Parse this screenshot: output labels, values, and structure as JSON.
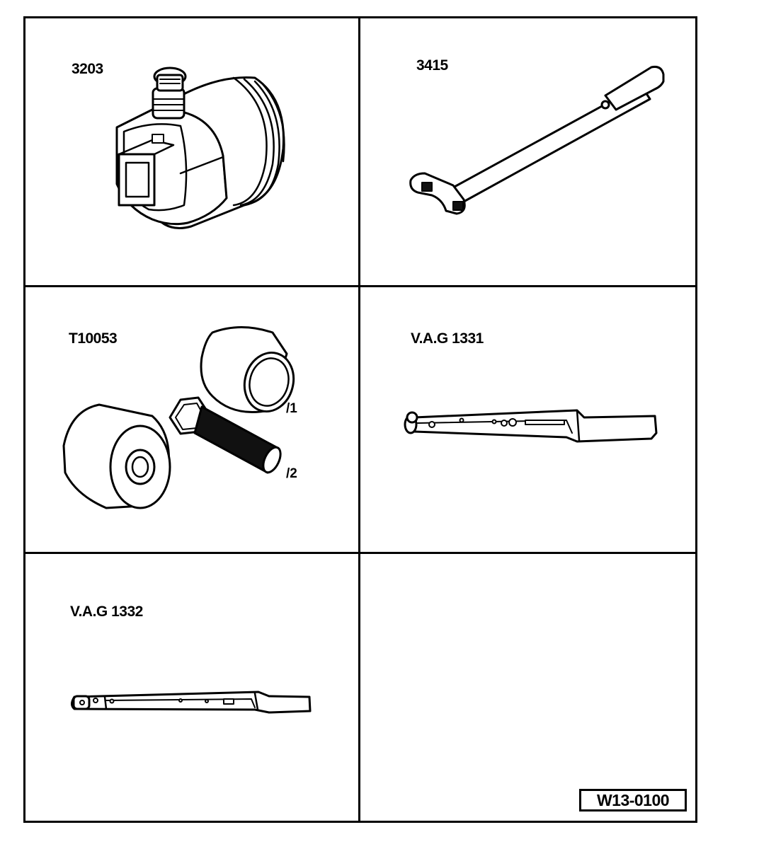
{
  "tools": [
    {
      "id": "3203",
      "label": "3203"
    },
    {
      "id": "3415",
      "label": "3415"
    },
    {
      "id": "T10053",
      "label": "T10053",
      "parts": [
        "/1",
        "/2"
      ]
    },
    {
      "id": "VAG1331",
      "label": "V.A.G 1331"
    },
    {
      "id": "VAG1332",
      "label": "V.A.G 1332"
    }
  ],
  "figure_ref": "W13-0100"
}
